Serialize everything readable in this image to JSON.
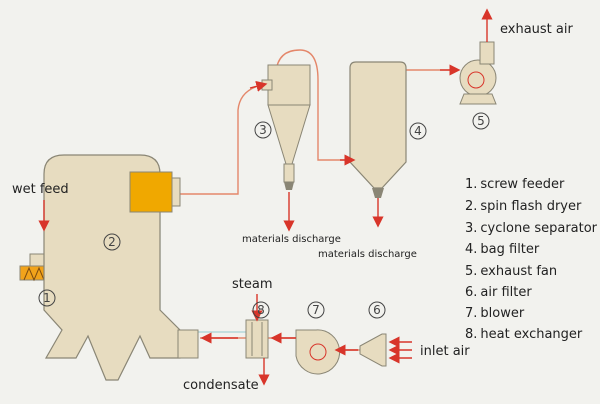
{
  "labels": {
    "exhaust_air": "exhaust air",
    "wet_feed": "wet feed",
    "steam": "steam",
    "condensate": "condensate",
    "inlet_air": "inlet air",
    "materials_discharge_cyclone": "materials discharge",
    "materials_discharge_bag": "materials discharge"
  },
  "markers": [
    "1",
    "2",
    "3",
    "4",
    "5",
    "6",
    "7",
    "8"
  ],
  "legend": [
    {
      "num": "1.",
      "text": "screw feeder"
    },
    {
      "num": "2.",
      "text": "spin flash dryer"
    },
    {
      "num": "3.",
      "text": "cyclone separator"
    },
    {
      "num": "4.",
      "text": "bag filter"
    },
    {
      "num": "5.",
      "text": "exhaust fan"
    },
    {
      "num": "6.",
      "text": "air filter"
    },
    {
      "num": "7.",
      "text": "blower"
    },
    {
      "num": "8.",
      "text": "heat exchanger"
    }
  ],
  "colors": {
    "equipment_fill": "#e7dcc0",
    "outline": "#8a8675",
    "flow_line": "#e4876a",
    "arrow": "#d8352a",
    "air_line": "#a9d4d6",
    "heater": "#f0a800",
    "screw": "#f2a31a"
  }
}
